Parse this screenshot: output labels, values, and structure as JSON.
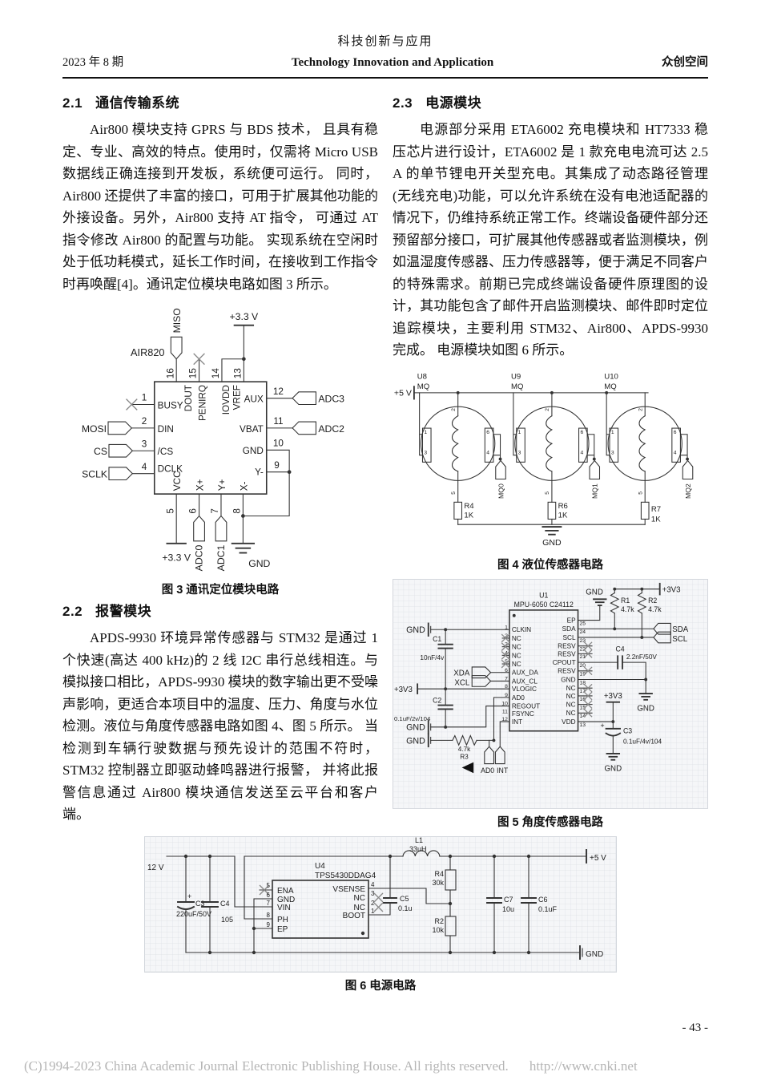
{
  "header": {
    "issue": "2023 年 8 期",
    "journal_cn": "科技创新与应用",
    "journal_en": "Technology  Innovation  and  Application",
    "column": "众创空间"
  },
  "sections": {
    "s21": {
      "no": "2.1",
      "title": "通信传输系统",
      "body": "Air800 模块支持 GPRS 与 BDS 技术， 且具有稳定、专业、高效的特点。使用时，仅需将 Micro USB 数据线正确连接到开发板，系统便可运行。 同时，Air800 还提供了丰富的接口，可用于扩展其他功能的外接设备。另外，Air800 支持 AT 指令， 可通过 AT 指令修改 Air800 的配置与功能。 实现系统在空闲时处于低功耗模式，延长工作时间，在接收到工作指令时再唤醒[4]。通讯定位模块电路如图 3 所示。"
    },
    "s22": {
      "no": "2.2",
      "title": "报警模块",
      "body": "APDS-9930 环境异常传感器与 STM32 是通过 1 个快速(高达 400 kHz)的 2 线 I2C 串行总线相连。与模拟接口相比，APDS-9930 模块的数字输出更不受噪声影响，更适合本项目中的温度、压力、角度与水位检测。液位与角度传感器电路如图 4、图 5 所示。 当检测到车辆行驶数据与预先设计的范围不符时，STM32 控制器立即驱动蜂鸣器进行报警， 并将此报警信息通过 Air800 模块通信发送至云平台和客户端。"
    },
    "s23": {
      "no": "2.3",
      "title": "电源模块",
      "body": "电源部分采用 ETA6002 充电模块和 HT7333 稳压芯片进行设计，ETA6002 是 1 款充电电流可达 2.5 A 的单节锂电开关型充电。其集成了动态路径管理(无线充电)功能，可以允许系统在没有电池适配器的情况下，仍维持系统正常工作。终端设备硬件部分还预留部分接口，可扩展其他传感器或者监测模块，例如温湿度传感器、压力传感器等，便于满足不同客户的特殊需求。前期已完成终端设备硬件原理图的设计，其功能包含了邮件开启监测模块、邮件即时定位追踪模块，主要利用 STM32、Air800、APDS-9930 完成。 电源模块如图 6 所示。"
    }
  },
  "fig3": {
    "caption": "图 3  通讯定位模块电路",
    "chip": "AIR820",
    "top": {
      "conn": "MISO",
      "power": "+3.3 V",
      "nums": [
        "16",
        "15",
        "14",
        "13"
      ],
      "names": [
        "DOUT",
        "PENIRQ",
        "IOVDD",
        "VREF"
      ]
    },
    "left": [
      {
        "n": "1",
        "name": "BUSY",
        "conn": ""
      },
      {
        "n": "2",
        "name": "DIN",
        "conn": "MOSI"
      },
      {
        "n": "3",
        "name": "/CS",
        "conn": "CS"
      },
      {
        "n": "4",
        "name": "DCLK",
        "conn": "SCLK"
      }
    ],
    "right": [
      {
        "n": "12",
        "name": "AUX",
        "conn": "ADC3"
      },
      {
        "n": "11",
        "name": "VBAT",
        "conn": "ADC2"
      },
      {
        "n": "10",
        "name": "GND",
        "conn": ""
      },
      {
        "n": "9",
        "name": "Y-",
        "conn": ""
      }
    ],
    "bottom": {
      "nums": [
        "5",
        "6",
        "7",
        "8"
      ],
      "names": [
        "VCC",
        "X+",
        "Y+",
        "X-"
      ],
      "conns": [
        "ADC0",
        "ADC1"
      ],
      "power": "+3.3 V",
      "gnd": "GND"
    }
  },
  "fig4": {
    "caption": "图 4  液位传感器电路",
    "v5": "+5 V",
    "gnd": "GND",
    "pins": {
      "p1": "1",
      "p2": "2",
      "p3": "3",
      "p4": "4",
      "p5": "5",
      "p6": "6"
    },
    "sensors": [
      {
        "ref": "U8",
        "type": "MQ",
        "out": "MQ0",
        "r": "R4",
        "rv": "1K"
      },
      {
        "ref": "U9",
        "type": "MQ",
        "out": "MQ1",
        "r": "R6",
        "rv": "1K"
      },
      {
        "ref": "U10",
        "type": "MQ",
        "out": "MQ2",
        "r": "R7",
        "rv": "1K"
      }
    ]
  },
  "fig5": {
    "caption": "图 5  角度传感器电路",
    "ref": "U1",
    "part": "MPU-6050  C24112",
    "left_pins": [
      {
        "n": "1",
        "label": "CLKIN"
      },
      {
        "n": "2",
        "label": "NC"
      },
      {
        "n": "3",
        "label": "NC"
      },
      {
        "n": "4",
        "label": "NC"
      },
      {
        "n": "5",
        "label": "NC"
      },
      {
        "n": "6",
        "label": "AUX_DA"
      },
      {
        "n": "7",
        "label": "AUX_CL"
      },
      {
        "n": "8",
        "label": "VLOGIC"
      },
      {
        "n": "9",
        "label": "AD0"
      },
      {
        "n": "10",
        "label": "REGOUT"
      },
      {
        "n": "11",
        "label": "FSYNC"
      },
      {
        "n": "12",
        "label": "INT"
      }
    ],
    "right_pins": [
      {
        "n": "25",
        "label": "EP"
      },
      {
        "n": "24",
        "label": "SDA"
      },
      {
        "n": "23",
        "label": "SCL"
      },
      {
        "n": "22",
        "label": "RESV"
      },
      {
        "n": "21",
        "label": "RESV"
      },
      {
        "n": "20",
        "label": "CPOUT"
      },
      {
        "n": "19",
        "label": "RESV"
      },
      {
        "n": "18",
        "label": "GND"
      },
      {
        "n": "17",
        "label": "NC"
      },
      {
        "n": "16",
        "label": "NC"
      },
      {
        "n": "15",
        "label": "NC"
      },
      {
        "n": "14",
        "label": "NC"
      },
      {
        "n": "13",
        "label": "VDD"
      }
    ],
    "labels": {
      "gnd1": "GND",
      "c1": "C1",
      "c1v": "10nF/4v",
      "xda": "XDA",
      "xcl": "XCL",
      "v33a": "+3V3",
      "c2": "C2",
      "c2v": "0.1uF/2v/104",
      "gnd2": "GND",
      "gnd3": "GND",
      "r3v": "4.7k",
      "r3": "R3",
      "ad0": "AD0",
      "int": "INT",
      "gnd_top": "GND",
      "r1": "R1",
      "r1v": "4.7k",
      "r2": "R2",
      "r2v": "4.7k",
      "v33b": "+3V3",
      "sda": "SDA",
      "scl": "SCL",
      "c4": "C4",
      "c22": "2.2nF/50V",
      "gnd4": "GND",
      "v33c": "+3V3",
      "c3": "C3",
      "c3v": "0.1uF/4v/104",
      "gnd5": "GND",
      "plus": "+"
    }
  },
  "fig6": {
    "caption": "图 6  电源电路",
    "vin": "12 V",
    "v5": "+5 V",
    "gnd": "GND",
    "ref": "U4",
    "part": "TPS5430DDAG4",
    "left_pins": [
      {
        "n": "5",
        "label": "ENA"
      },
      {
        "n": "6",
        "label": "GND"
      },
      {
        "n": "7",
        "label": "VIN"
      },
      {
        "n": "8",
        "label": "PH"
      },
      {
        "n": "9",
        "label": "EP"
      }
    ],
    "right_pins": [
      {
        "n": "4",
        "label": "VSENSE"
      },
      {
        "n": "3",
        "label": "NC"
      },
      {
        "n": "2",
        "label": "NC"
      },
      {
        "n": "1",
        "label": "BOOT"
      }
    ],
    "labels": {
      "c3": "C3",
      "c3v": "220uF/50V",
      "c4": "C4",
      "c4v": "105",
      "plus": "+",
      "l1": "L1",
      "l1v": "33uH",
      "r4": "R4",
      "r4v": "30k",
      "r2": "R2",
      "r2v": "10k",
      "c5": "C5",
      "c5v": "0.1u",
      "c7": "C7",
      "c7v": "10u",
      "c6": "C6",
      "c6v": "0.1uF"
    }
  },
  "footer": {
    "page_number": "- 43 -",
    "copyright": "(C)1994-2023 China Academic Journal Electronic Publishing House. All rights reserved.",
    "url": "http://www.cnki.net"
  }
}
